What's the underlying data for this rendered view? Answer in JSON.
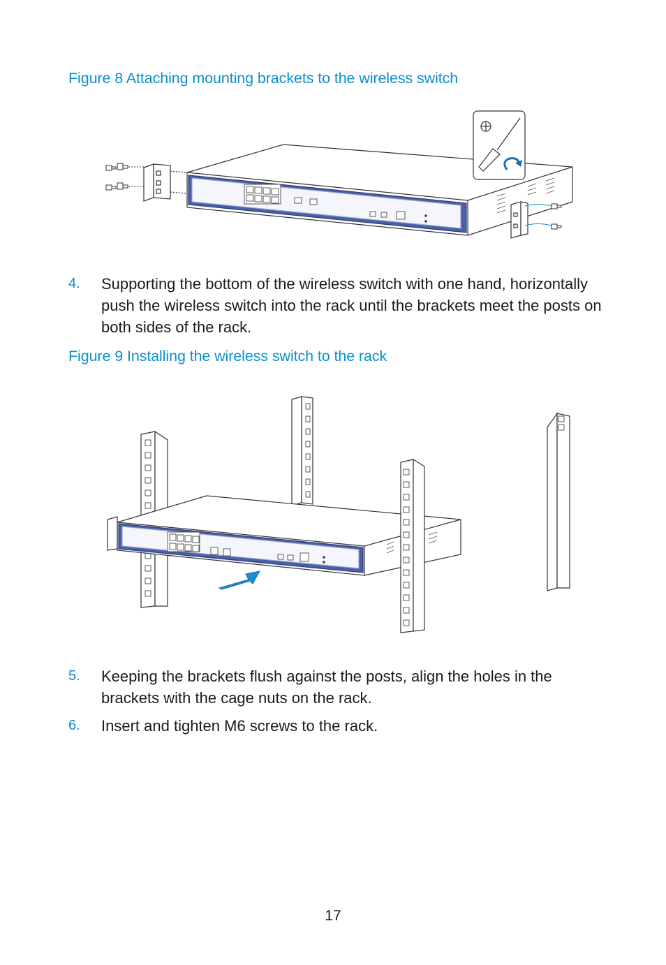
{
  "figure8": {
    "caption": "Figure 8 Attaching mounting brackets to the wireless switch"
  },
  "figure9": {
    "caption": "Figure 9 Installing the wireless switch to the rack"
  },
  "steps": [
    {
      "number": "4.",
      "text": "Supporting the bottom of the wireless switch with one hand, horizontally push the wireless switch into the rack until the brackets meet the posts on both sides of the rack."
    },
    {
      "number": "5.",
      "text": "Keeping the brackets flush against the posts, align the holes in the brackets with the cage nuts on the rack."
    },
    {
      "number": "6.",
      "text": "Insert and tighten M6 screws to the rack."
    }
  ],
  "page_number": "17",
  "colors": {
    "caption": "#0a8fcf",
    "device_front": "#4a5fa8",
    "arrow": "#1a8fd0"
  }
}
